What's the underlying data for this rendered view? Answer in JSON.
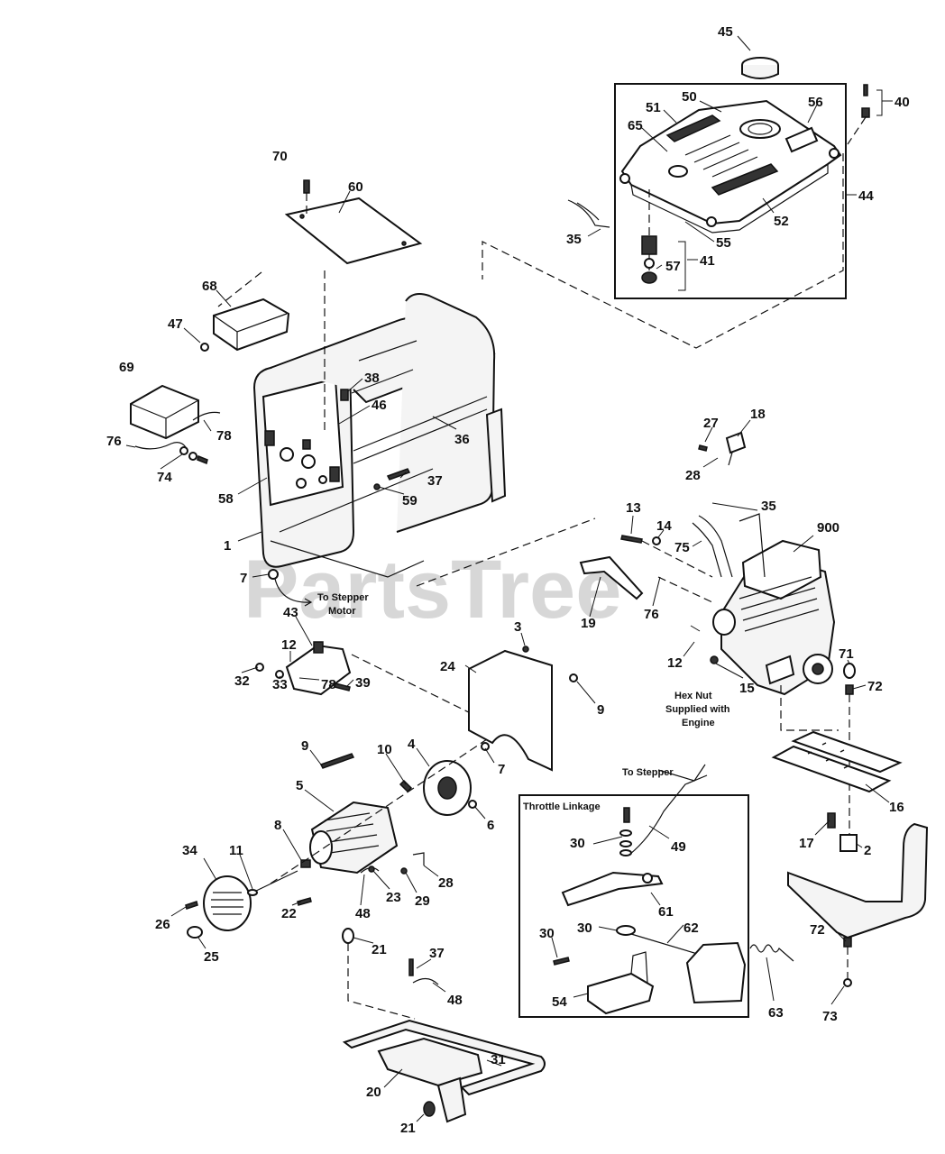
{
  "watermark": "PartsTree",
  "notes": {
    "to_stepper_motor": [
      "To Stepper",
      "Motor"
    ],
    "hex_nut": [
      "Hex Nut",
      "Supplied with",
      "Engine"
    ],
    "to_stepper": "To Stepper",
    "throttle_linkage": "Throttle Linkage"
  },
  "callouts": [
    {
      "id": "c45",
      "text": "45"
    },
    {
      "id": "c40",
      "text": "40"
    },
    {
      "id": "c50",
      "text": "50"
    },
    {
      "id": "c51",
      "text": "51"
    },
    {
      "id": "c56",
      "text": "56"
    },
    {
      "id": "c65",
      "text": "65"
    },
    {
      "id": "c44",
      "text": "44"
    },
    {
      "id": "c52",
      "text": "52"
    },
    {
      "id": "c35a",
      "text": "35"
    },
    {
      "id": "c55",
      "text": "55"
    },
    {
      "id": "c57",
      "text": "57"
    },
    {
      "id": "c41",
      "text": "41"
    },
    {
      "id": "c70",
      "text": "70"
    },
    {
      "id": "c60",
      "text": "60"
    },
    {
      "id": "c68",
      "text": "68"
    },
    {
      "id": "c47",
      "text": "47"
    },
    {
      "id": "c69",
      "text": "69"
    },
    {
      "id": "c38",
      "text": "38"
    },
    {
      "id": "c46",
      "text": "46"
    },
    {
      "id": "c36",
      "text": "36"
    },
    {
      "id": "c78a",
      "text": "78"
    },
    {
      "id": "c76a",
      "text": "76"
    },
    {
      "id": "c74",
      "text": "74"
    },
    {
      "id": "c37a",
      "text": "37"
    },
    {
      "id": "c58",
      "text": "58"
    },
    {
      "id": "c59",
      "text": "59"
    },
    {
      "id": "c1",
      "text": "1"
    },
    {
      "id": "c7a",
      "text": "7"
    },
    {
      "id": "c27",
      "text": "27"
    },
    {
      "id": "c18",
      "text": "18"
    },
    {
      "id": "c28a",
      "text": "28"
    },
    {
      "id": "c13",
      "text": "13"
    },
    {
      "id": "c35b",
      "text": "35"
    },
    {
      "id": "c14",
      "text": "14"
    },
    {
      "id": "c75",
      "text": "75"
    },
    {
      "id": "c900",
      "text": "900"
    },
    {
      "id": "c19",
      "text": "19"
    },
    {
      "id": "c76b",
      "text": "76"
    },
    {
      "id": "c43",
      "text": "43"
    },
    {
      "id": "c12a",
      "text": "12"
    },
    {
      "id": "c3",
      "text": "3"
    },
    {
      "id": "c24",
      "text": "24"
    },
    {
      "id": "c12b",
      "text": "12"
    },
    {
      "id": "c71",
      "text": "71"
    },
    {
      "id": "c15",
      "text": "15"
    },
    {
      "id": "c72a",
      "text": "72"
    },
    {
      "id": "c32",
      "text": "32"
    },
    {
      "id": "c33",
      "text": "33"
    },
    {
      "id": "c78b",
      "text": "78"
    },
    {
      "id": "c39",
      "text": "39"
    },
    {
      "id": "c9a",
      "text": "9"
    },
    {
      "id": "c9b",
      "text": "9"
    },
    {
      "id": "c10",
      "text": "10"
    },
    {
      "id": "c4",
      "text": "4"
    },
    {
      "id": "c7b",
      "text": "7"
    },
    {
      "id": "c5",
      "text": "5"
    },
    {
      "id": "c6",
      "text": "6"
    },
    {
      "id": "c16",
      "text": "16"
    },
    {
      "id": "c8",
      "text": "8"
    },
    {
      "id": "c34",
      "text": "34"
    },
    {
      "id": "c11",
      "text": "11"
    },
    {
      "id": "c30a",
      "text": "30"
    },
    {
      "id": "c49",
      "text": "49"
    },
    {
      "id": "c17",
      "text": "17"
    },
    {
      "id": "c2",
      "text": "2"
    },
    {
      "id": "c28b",
      "text": "28"
    },
    {
      "id": "c23",
      "text": "23"
    },
    {
      "id": "c29",
      "text": "29"
    },
    {
      "id": "c26",
      "text": "26"
    },
    {
      "id": "c48a",
      "text": "48"
    },
    {
      "id": "c22",
      "text": "22"
    },
    {
      "id": "c25",
      "text": "25"
    },
    {
      "id": "c21a",
      "text": "21"
    },
    {
      "id": "c61",
      "text": "61"
    },
    {
      "id": "c30b",
      "text": "30"
    },
    {
      "id": "c62",
      "text": "62"
    },
    {
      "id": "c30c",
      "text": "30"
    },
    {
      "id": "c72b",
      "text": "72"
    },
    {
      "id": "c37b",
      "text": "37"
    },
    {
      "id": "c48b",
      "text": "48"
    },
    {
      "id": "c54",
      "text": "54"
    },
    {
      "id": "c63",
      "text": "63"
    },
    {
      "id": "c73",
      "text": "73"
    },
    {
      "id": "c31",
      "text": "31"
    },
    {
      "id": "c20",
      "text": "20"
    },
    {
      "id": "c21b",
      "text": "21"
    }
  ]
}
